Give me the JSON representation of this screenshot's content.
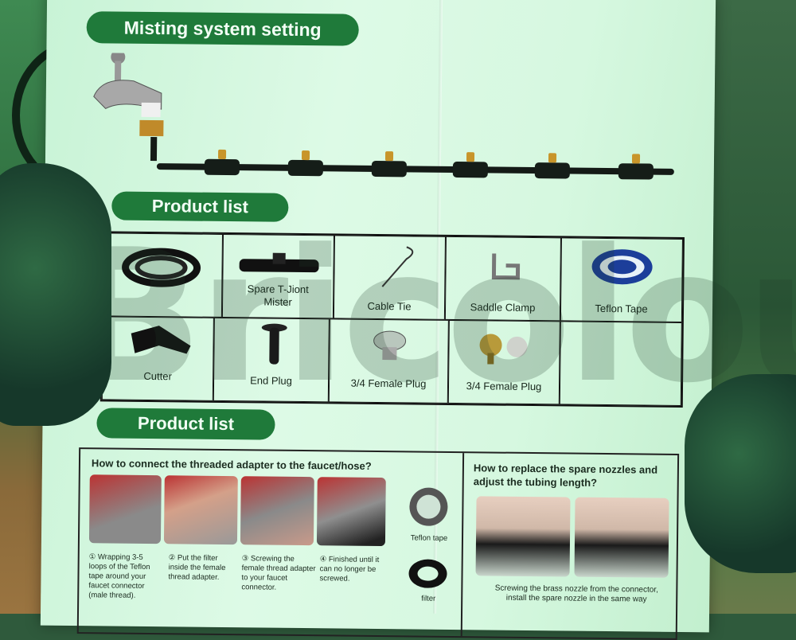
{
  "header": {
    "title": "Misting system setting"
  },
  "product_list_1": {
    "title": "Product list",
    "items": [
      {
        "label": ""
      },
      {
        "label": "Spare T-Jiont Mister"
      },
      {
        "label": "Cable Tie"
      },
      {
        "label": "Saddle Clamp"
      },
      {
        "label": "Teflon Tape"
      },
      {
        "label": "Cutter"
      },
      {
        "label": "End Plug"
      },
      {
        "label": "3/4 Female Plug"
      },
      {
        "label": "3/4 Female Plug"
      },
      {
        "label": ""
      }
    ]
  },
  "product_list_2": {
    "title": "Product list",
    "left_question": "How to connect the threaded adapter to the faucet/hose?",
    "steps": [
      "① Wrapping 3-5 loops of the Teflon tape around your faucet connector (male thread).",
      "② Put the filter inside the female thread adapter.",
      "③ Screwing the female thread adapter to your faucet connector.",
      "④ Finished until it can no longer be screwed."
    ],
    "side_labels": [
      "Teflon tape",
      "filter"
    ],
    "right_question": "How to replace the spare nozzles and adjust the tubing length?",
    "right_caption": "Screwing the brass nozzle from the connector, install the spare nozzle in the same way"
  },
  "watermark": "Bricolou.com",
  "colors": {
    "pill_green": "#1f7a3a",
    "paper": "#d6f8e0",
    "glove": "#1f4a32"
  }
}
